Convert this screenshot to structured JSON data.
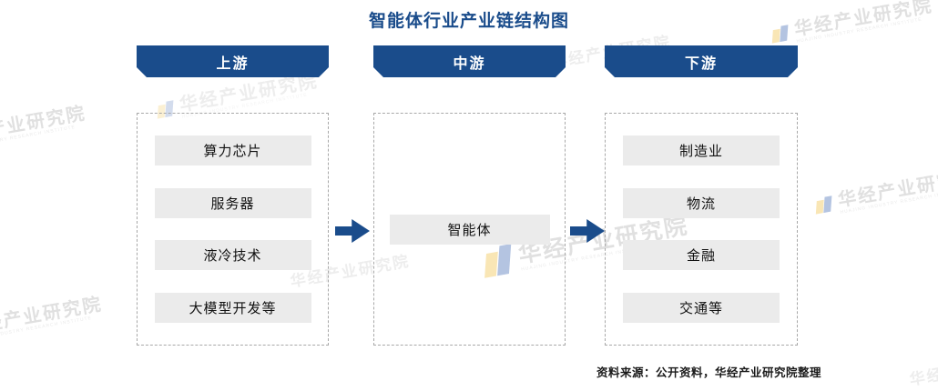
{
  "title": "智能体行业产业链结构图",
  "columns": [
    {
      "header": "上游",
      "items": [
        "算力芯片",
        "服务器",
        "液冷技术",
        "大模型开发等"
      ]
    },
    {
      "header": "中游",
      "items": [
        "智能体"
      ]
    },
    {
      "header": "下游",
      "items": [
        "制造业",
        "物流",
        "金融",
        "交通等"
      ]
    }
  ],
  "source_note": "资料来源：公开资料，华经产业研究院整理",
  "watermark": {
    "text": "华经产业研究院",
    "subtext": "HUAJING INDUSTRY RESEARCH INSTITUTE"
  },
  "colors": {
    "brand-blue": "#1A4C8B",
    "item-gray": "#EBEBEB",
    "dash-border": "#A8A8A8",
    "watermark-gray": "#C8C8C8",
    "watermark-yellow": "#F0C24B",
    "watermark-blue": "#4A6FB5"
  }
}
